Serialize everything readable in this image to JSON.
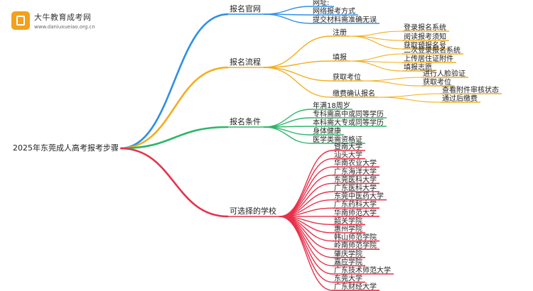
{
  "logo": {
    "title": "大牛教育成考网",
    "url": "www.daniuxueiao.org.cn",
    "icon": "book-icon",
    "color": "#f3a01b"
  },
  "root": "2025年东莞成人高考报考步骤",
  "colors": {
    "blue": "#2f8fe6",
    "orange": "#f2ae1e",
    "green": "#2fb56a",
    "red": "#e8304a",
    "root": "#d9363e"
  },
  "branches": [
    {
      "label": "报名官网",
      "color": "blue",
      "items": [
        {
          "label": "网址:"
        },
        {
          "label": "网络报考方式"
        },
        {
          "label": "提交材料需准确无误"
        }
      ]
    },
    {
      "label": "报名流程",
      "color": "orange",
      "items": [
        {
          "label": "注册",
          "children": [
            "登录报名系统",
            "阅读报考须知",
            "获取预报名号"
          ]
        },
        {
          "label": "填报",
          "children": [
            "二次登录报名系统",
            "上传居住证附件",
            "填报志愿"
          ]
        },
        {
          "label": "获取考位",
          "children": [
            "进行人脸验证",
            "获取考位"
          ]
        },
        {
          "label": "缴费确认报名",
          "children": [
            "查看附件审核状态",
            "通过后缴费"
          ]
        }
      ]
    },
    {
      "label": "报名条件",
      "color": "green",
      "items": [
        {
          "label": "年满18周岁"
        },
        {
          "label": "专科需高中或同等学历"
        },
        {
          "label": "本科需大专或同等学历"
        },
        {
          "label": "身体健康"
        },
        {
          "label": "医学类需资格证"
        }
      ]
    },
    {
      "label": "可选择的学校",
      "color": "red",
      "items": [
        {
          "label": "暨南大学"
        },
        {
          "label": "汕头大学"
        },
        {
          "label": "华南农业大学"
        },
        {
          "label": "广东海洋大学"
        },
        {
          "label": "东莞医科大学"
        },
        {
          "label": "广东医科大学"
        },
        {
          "label": "东莞中医药大学"
        },
        {
          "label": "广东药科大学"
        },
        {
          "label": "华南师范大学"
        },
        {
          "label": "韶关学院"
        },
        {
          "label": "惠州学院"
        },
        {
          "label": "韩山师范学院"
        },
        {
          "label": "岭南师范学院"
        },
        {
          "label": "肇庆学院"
        },
        {
          "label": "嘉应学院"
        },
        {
          "label": "广东技术师范大学"
        },
        {
          "label": "东莞大学"
        },
        {
          "label": "广东财经大学"
        }
      ]
    }
  ]
}
